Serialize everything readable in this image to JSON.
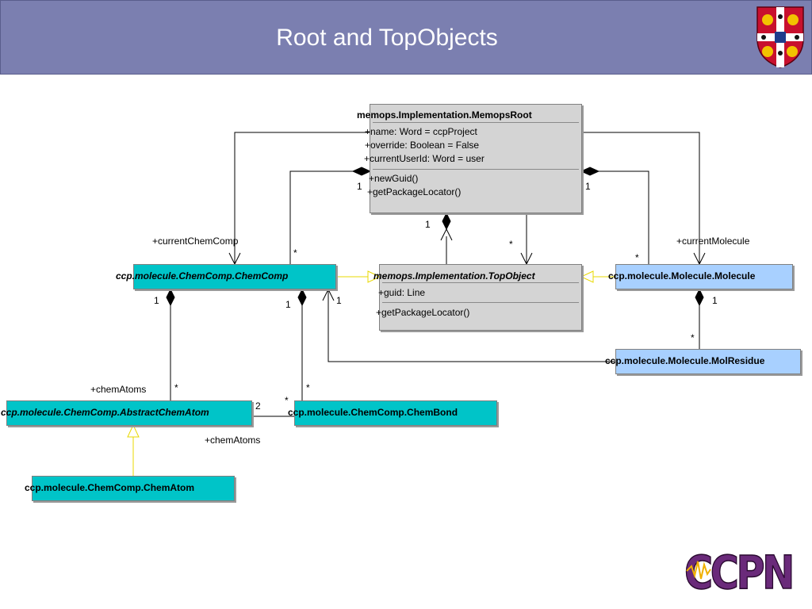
{
  "slide": {
    "title": "Root and TopObjects"
  },
  "classes": {
    "memops_root": {
      "name": "memops.Implementation.MemopsRoot",
      "attributes": [
        "+name: Word = ccpProject",
        "+override: Boolean = False",
        "+currentUserId: Word = user"
      ],
      "operations": [
        "+newGuid()",
        "+getPackageLocator()"
      ]
    },
    "top_object": {
      "name": "memops.Implementation.TopObject",
      "attributes": [
        "+guid: Line"
      ],
      "operations": [
        "+getPackageLocator()"
      ]
    },
    "chem_comp": {
      "name": "ccp.molecule.ChemComp.ChemComp"
    },
    "molecule": {
      "name": "ccp.molecule.Molecule.Molecule"
    },
    "mol_residue": {
      "name": "ccp.molecule.Molecule.MolResidue"
    },
    "abstract_chem_atom": {
      "name": "ccp.molecule.ChemComp.AbstractChemAtom"
    },
    "chem_bond": {
      "name": "ccp.molecule.ChemComp.ChemBond"
    },
    "chem_atom": {
      "name": "ccp.molecule.ChemComp.ChemAtom"
    }
  },
  "labels": {
    "current_chem_comp": "+currentChemComp",
    "current_molecule": "+currentMolecule",
    "chem_atoms_1": "+chemAtoms",
    "chem_atoms_2": "+chemAtoms",
    "mult_root_left": "1",
    "mult_root_right": "1",
    "mult_root_bottom": "1",
    "mult_chemcomp_star": "*",
    "mult_topobj_star": "*",
    "mult_molecule_star": "*",
    "mult_cc_left_1": "1",
    "mult_cc_mid_1": "1",
    "mult_cc_right_1": "1",
    "mult_mol_1": "1",
    "mult_molres_star": "*",
    "mult_atoms_star": "*",
    "mult_bond_star_top": "*",
    "mult_bond_star_left": "*",
    "mult_two": "2"
  },
  "logo": {
    "text": "CCPN"
  },
  "colors": {
    "header": "#7b7fb0",
    "teal_class": "#00c4c8",
    "blue_class": "#a8d0ff",
    "grey_class": "#d4d4d4",
    "generalization": "#e8d800"
  }
}
